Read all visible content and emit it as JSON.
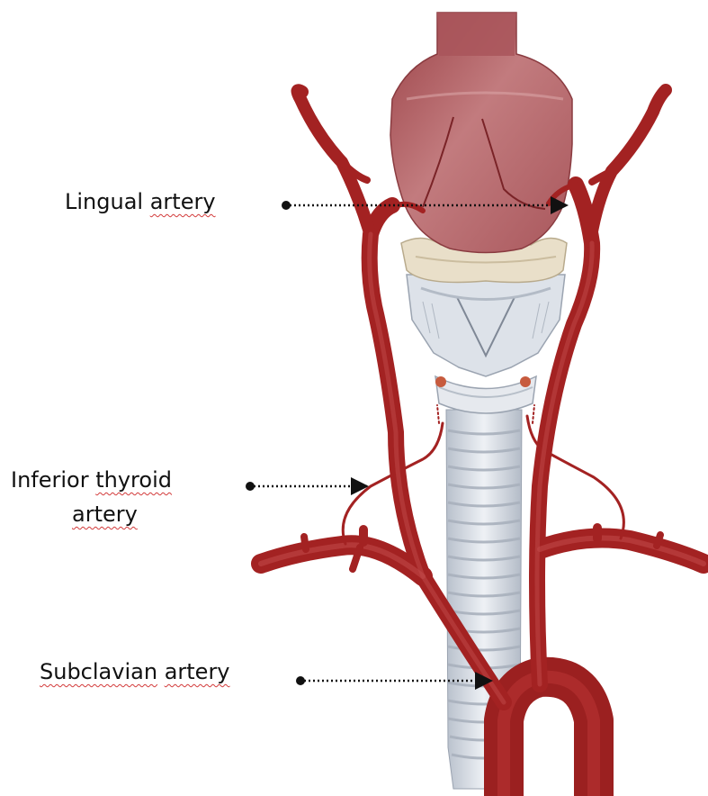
{
  "labels": {
    "lingual": {
      "word1": "Lingual",
      "word2": "artery"
    },
    "inferior_thyroid": {
      "line1_word1": "Inferior",
      "line1_word2": "thyroid",
      "line2": "artery"
    },
    "subclavian": {
      "word1": "Subclavian",
      "word2": "artery"
    }
  },
  "colors": {
    "artery": "#a82323",
    "artery_highlight": "#c84a4a",
    "tongue": "#b96a6e",
    "tongue_highlight": "#d79a9b",
    "hyoid": "#e6dcc6",
    "cartilage": "#d9dde4",
    "trachea": "#d6dbe2",
    "trachea_ring": "#b9c0cb",
    "pointer": "#111111",
    "spellcheck_underline": "#d23a3a"
  }
}
